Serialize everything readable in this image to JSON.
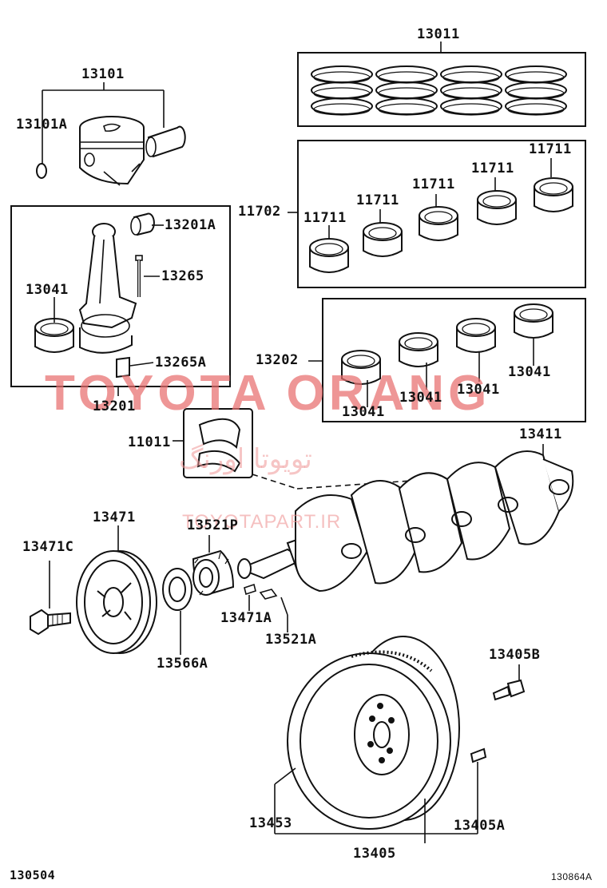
{
  "diagram": {
    "part_numbers": {
      "p13011": "13011",
      "p13101": "13101",
      "p13101A": "13101A",
      "p11702": "11702",
      "p11711_a": "11711",
      "p11711_b": "11711",
      "p11711_c": "11711",
      "p11711_d": "11711",
      "p11711_e": "11711",
      "p13201A": "13201A",
      "p13265": "13265",
      "p13041_rod": "13041",
      "p13265A": "13265A",
      "p13201": "13201",
      "p13202": "13202",
      "p13041_a": "13041",
      "p13041_b": "13041",
      "p13041_c": "13041",
      "p13041_d": "13041",
      "p11011": "11011",
      "p13411": "13411",
      "p13471": "13471",
      "p13521P": "13521P",
      "p13471C": "13471C",
      "p13471A": "13471A",
      "p13521A": "13521A",
      "p13566A": "13566A",
      "p13405B": "13405B",
      "p13453": "13453",
      "p13405A": "13405A",
      "p13405": "13405"
    },
    "footer_left": "130504",
    "footer_right": "130864A"
  },
  "watermark": {
    "main": "TOYOTA ORANG",
    "arabic": "تویوتا اورنگ",
    "url": "TOYOTAPART.IR"
  },
  "colors": {
    "line": "#111111",
    "watermark": "#e86e6e"
  }
}
